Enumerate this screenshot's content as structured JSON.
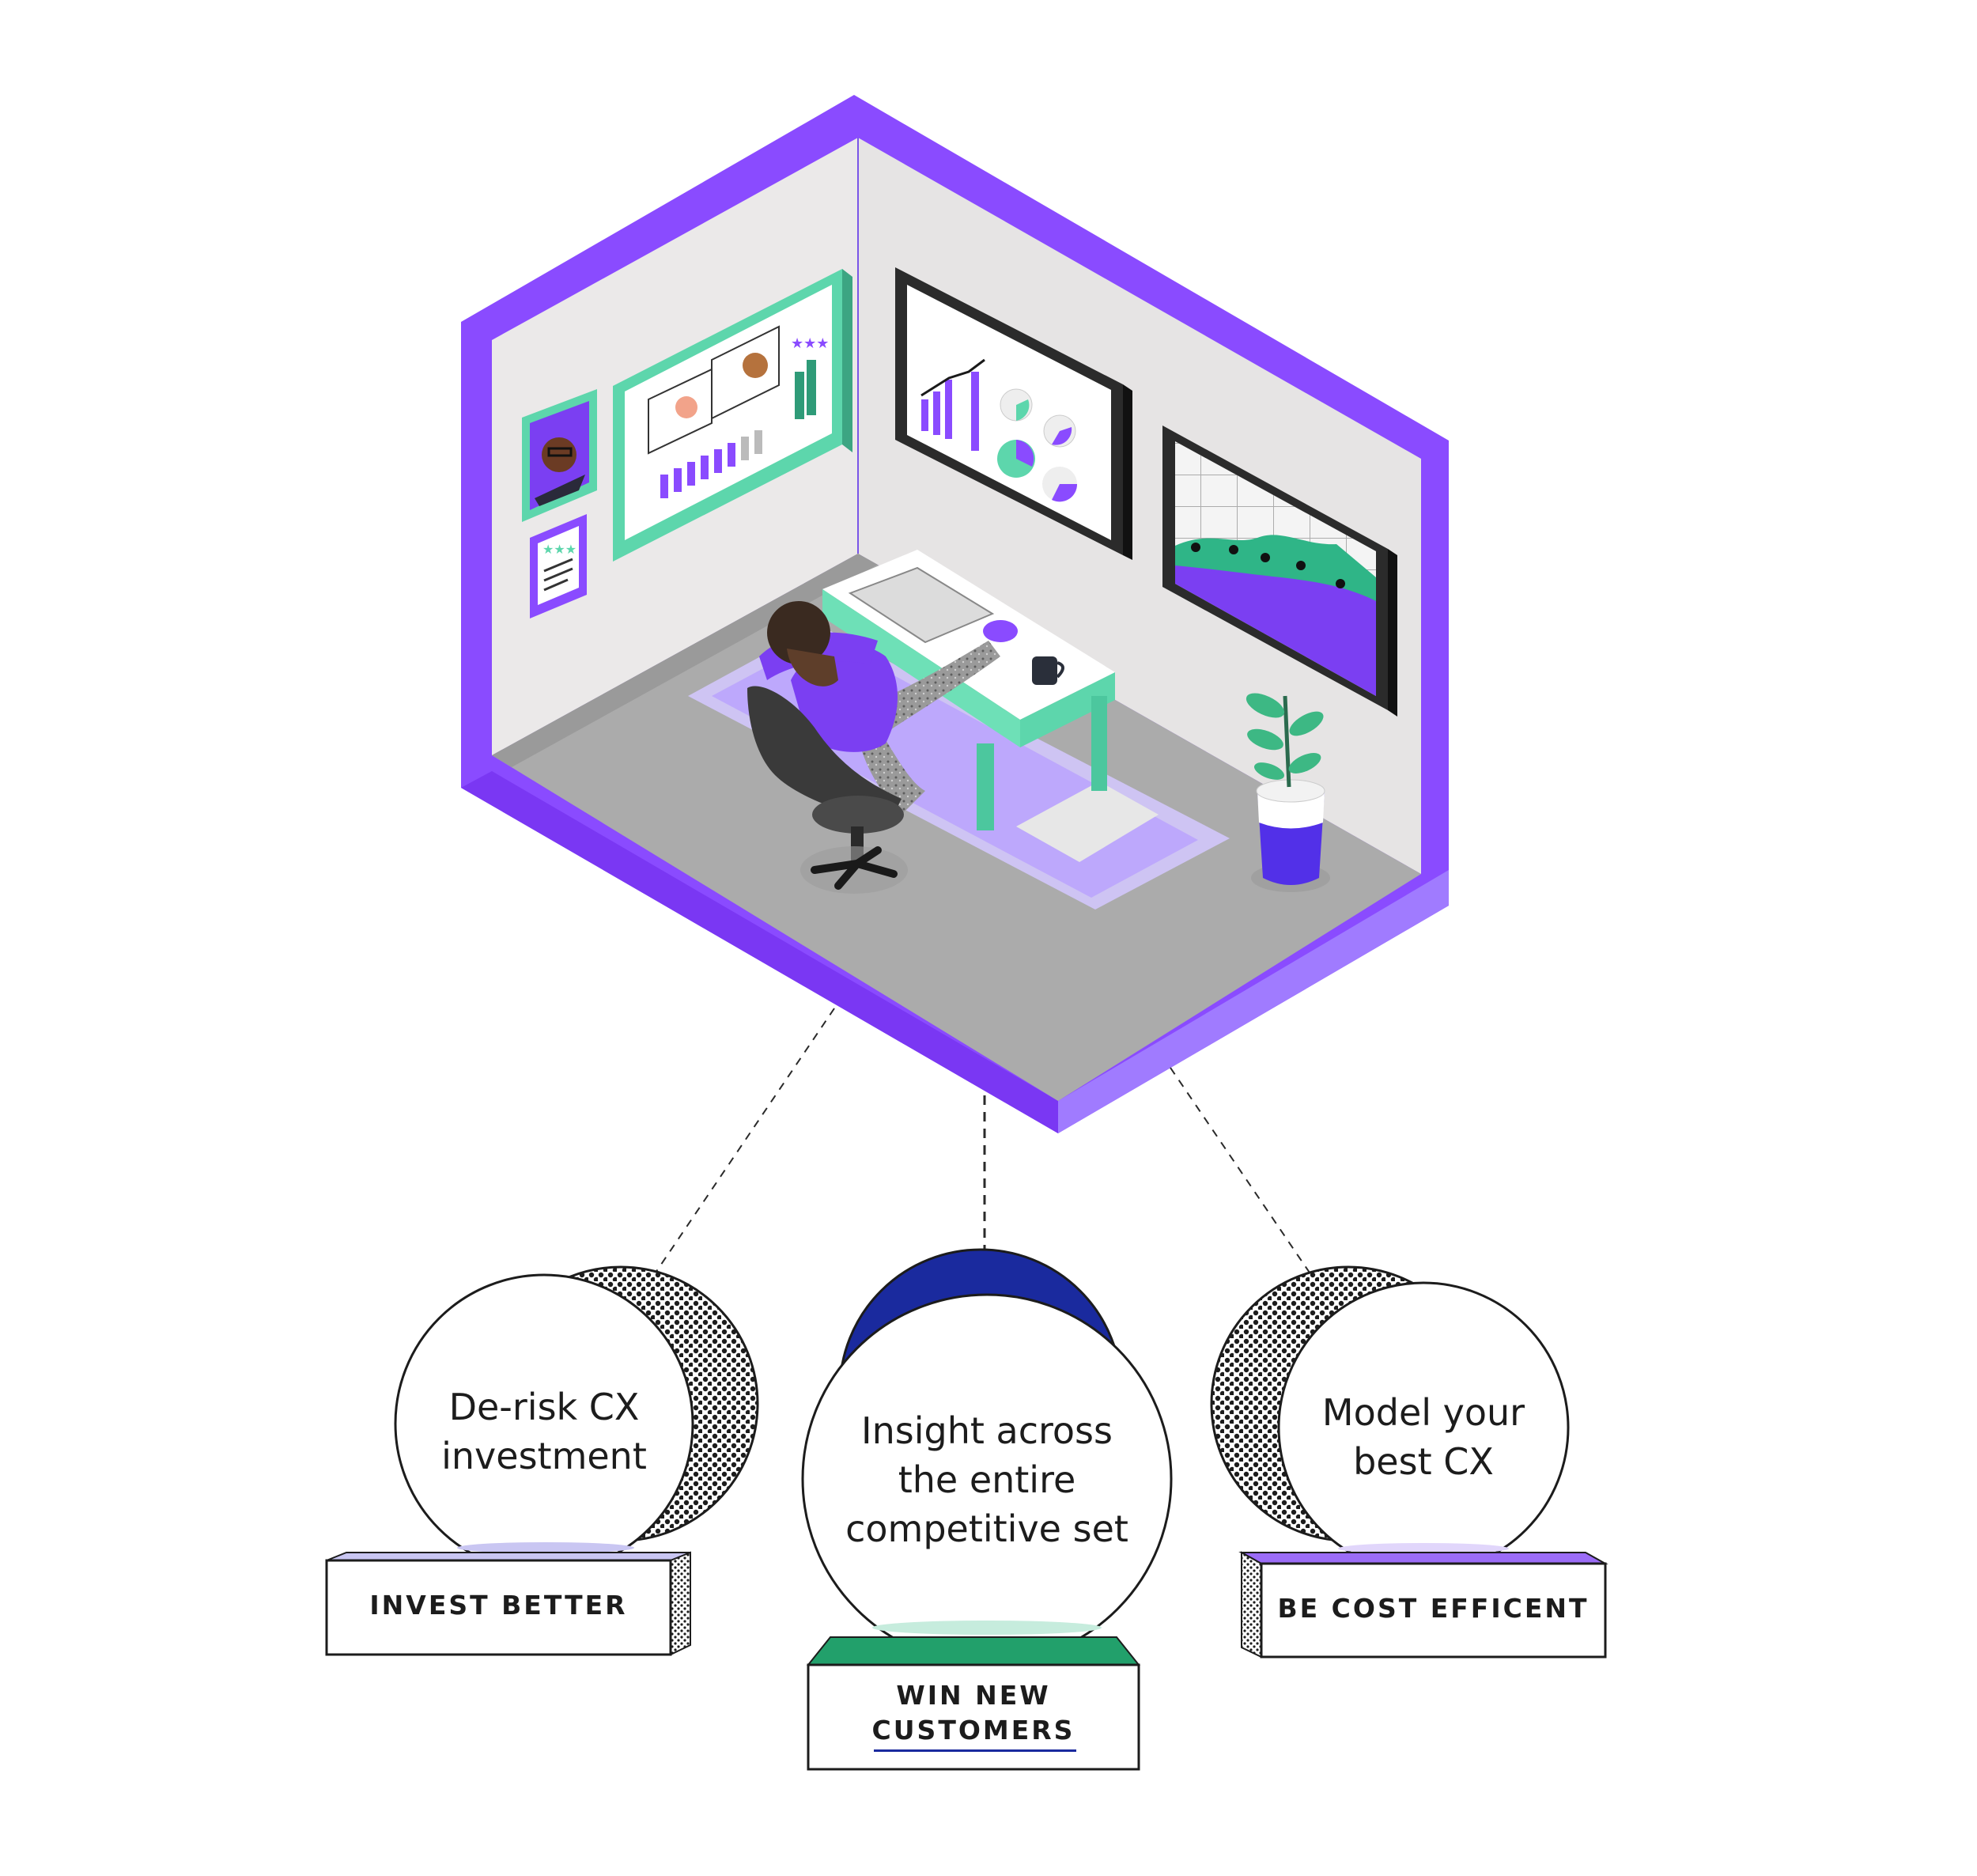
{
  "colors": {
    "room_frame": "#8a4bff",
    "room_frame_dark": "#7335ee",
    "wall": "#ebe9e9",
    "floor": "#aaa9aa",
    "accent_green": "#5dd6ac",
    "accent_purple": "#8a4bff",
    "navy": "#1a2a9e",
    "lavender": "#c9c6f2"
  },
  "illustration": {
    "name": "isometric-office-room",
    "objects": [
      "person-at-desk-icon",
      "office-chair-icon",
      "laptop-icon",
      "coffee-mug-icon",
      "potted-plant-icon",
      "bar-chart-screen-icon",
      "customer-profile-screen-icon",
      "area-chart-screen-icon",
      "portrait-frame-icon",
      "rating-card-icon"
    ]
  },
  "pillars": [
    {
      "bubble_lines": [
        "De-risk CX",
        "investment"
      ],
      "base_label_lines": [
        "INVEST BETTER"
      ],
      "accent": "#c9c6f2",
      "back_style": "dotted"
    },
    {
      "bubble_lines": [
        "Insight across",
        "the entire",
        "competitive set"
      ],
      "base_label_lines": [
        "WIN NEW",
        "CUSTOMERS"
      ],
      "accent": "#22a06b",
      "back_style": "navy"
    },
    {
      "bubble_lines": [
        "Model your",
        "best CX"
      ],
      "base_label_lines": [
        "BE COST EFFICENT"
      ],
      "accent": "#9b6cf6",
      "back_style": "dotted"
    }
  ]
}
